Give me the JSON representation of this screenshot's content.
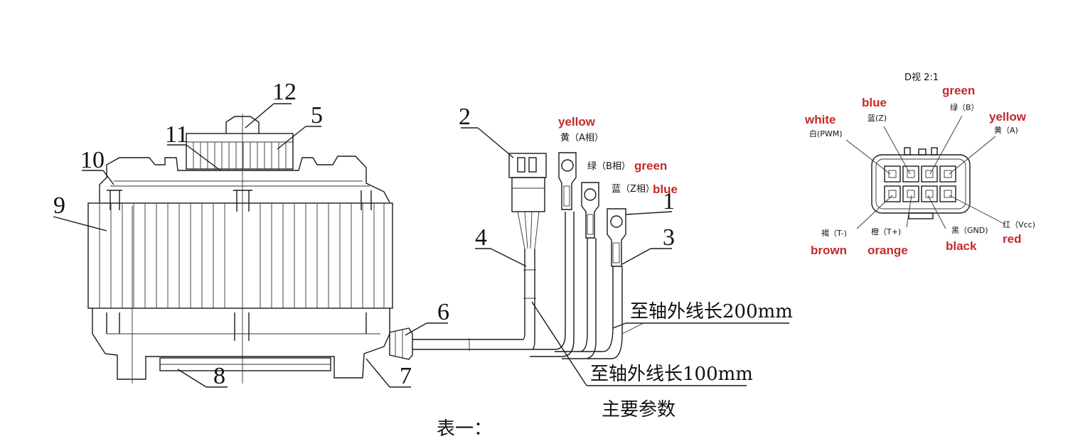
{
  "part_numbers": {
    "n1": "1",
    "n2": "2",
    "n3": "3",
    "n4": "4",
    "n5": "5",
    "n6": "6",
    "n7": "7",
    "n8": "8",
    "n9": "9",
    "n10": "10",
    "n11": "11",
    "n12": "12"
  },
  "wire_labels": {
    "yellow_cn": "黄（A相）",
    "yellow_en": "yellow",
    "green_cn": "绿（B相）",
    "green_en": "green",
    "blue_cn": "蓝（Z相）",
    "blue_en": "blue"
  },
  "dimensions": {
    "long_lead": "至轴外线长200mm",
    "short_lead": "至轴外线长100mm"
  },
  "captions": {
    "main_params": "主要参数",
    "table_one": "表一："
  },
  "connector_view": {
    "title": "D视 2:1",
    "pins": [
      {
        "cn": "白(PWM)",
        "en": "white"
      },
      {
        "cn": "蓝(Z)",
        "en": "blue"
      },
      {
        "cn": "绿（B）",
        "en": "green"
      },
      {
        "cn": "黄（A)",
        "en": "yellow"
      },
      {
        "cn": "褐（T-)",
        "en": "brown"
      },
      {
        "cn": "橙（T+)",
        "en": "orange"
      },
      {
        "cn": "黑（GND)",
        "en": "black"
      },
      {
        "cn": "红（Vcc)",
        "en": "red"
      }
    ]
  },
  "colors": {
    "annotation_red": "#c62828",
    "line": "#1a1a1a"
  }
}
